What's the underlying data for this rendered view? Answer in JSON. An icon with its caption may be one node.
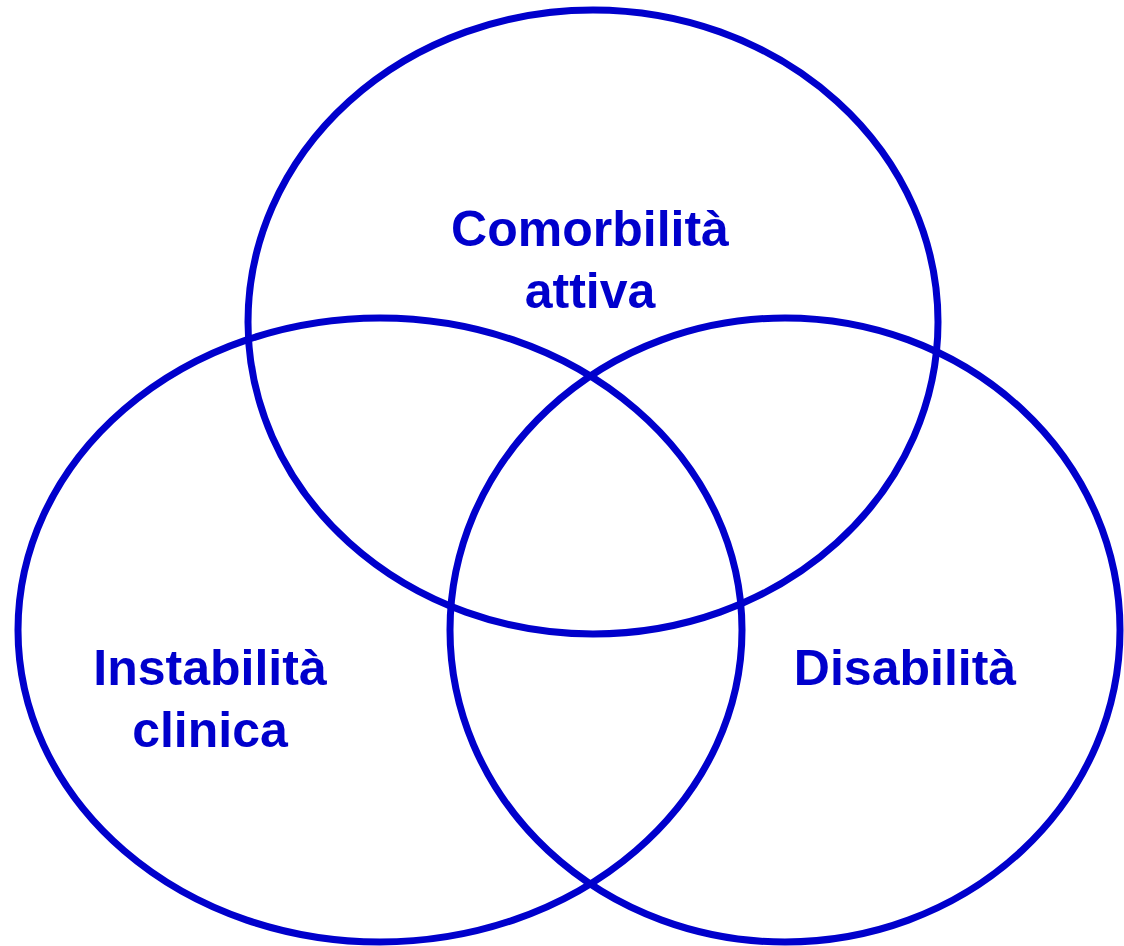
{
  "diagram": {
    "nodes": [
      {
        "text": [
          "Comorbilità attiva"
        ]
      },
      {
        "text": [
          "Instabilità clinica"
        ]
      },
      {
        "text": [
          "Disabilità"
        ]
      }
    ]
  }
}
